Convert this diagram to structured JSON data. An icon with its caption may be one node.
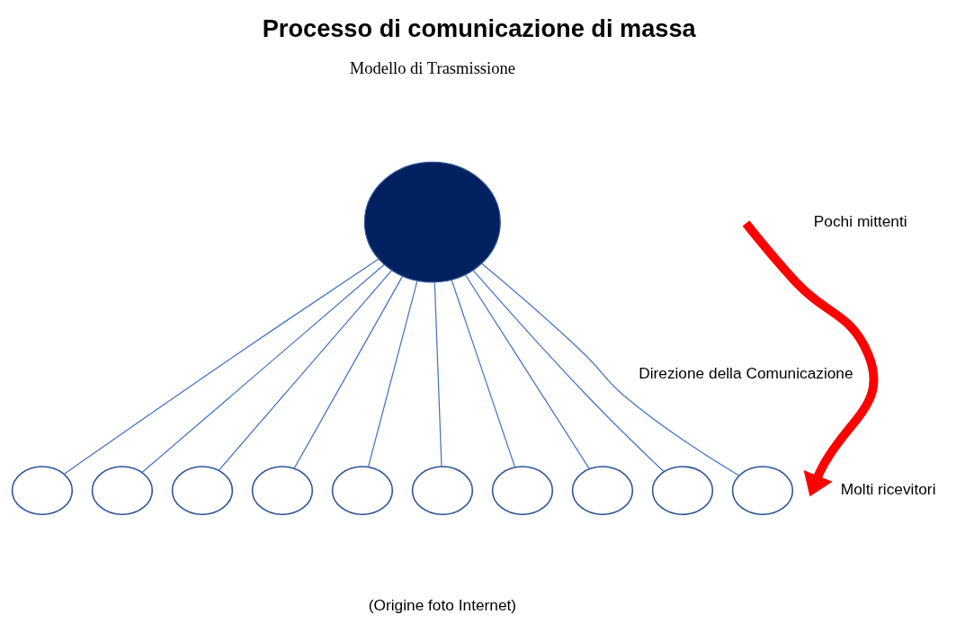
{
  "diagram": {
    "title": "Processo di comunicazione di massa",
    "nodes": [
      {
        "text": [],
        "shape": "circle"
      },
      {
        "text": [],
        "shape": "circle"
      },
      {
        "text": [],
        "shape": "circle"
      },
      {
        "text": [],
        "shape": "circle"
      },
      {
        "text": [],
        "shape": "circle"
      },
      {
        "text": [],
        "shape": "circle"
      },
      {
        "text": [],
        "shape": "circle"
      },
      {
        "text": [],
        "shape": "circle"
      },
      {
        "text": [],
        "shape": "circle"
      },
      {
        "text": [],
        "shape": "circle"
      },
      {
        "text": [],
        "shape": "circle"
      }
    ],
    "edges": [
      {
        "from": 0,
        "to": 1,
        "arrow": "none"
      },
      {
        "from": 0,
        "to": 2,
        "arrow": "none"
      },
      {
        "from": 0,
        "to": 3,
        "arrow": "none"
      },
      {
        "from": 0,
        "to": 4,
        "arrow": "none"
      },
      {
        "from": 0,
        "to": 5,
        "arrow": "none"
      },
      {
        "from": 0,
        "to": 6,
        "arrow": "none"
      },
      {
        "from": 0,
        "to": 7,
        "arrow": "none"
      },
      {
        "from": 0,
        "to": 8,
        "arrow": "none"
      },
      {
        "from": 0,
        "to": 9,
        "arrow": "none"
      },
      {
        "from": 0,
        "to": 10,
        "arrow": "none"
      }
    ],
    "labels": [
      "Modello di Trasmissione",
      "Pochi mittenti",
      "Direzione della Comunicazione",
      "Molti ricevitori",
      "(Origine foto Internet)"
    ]
  }
}
